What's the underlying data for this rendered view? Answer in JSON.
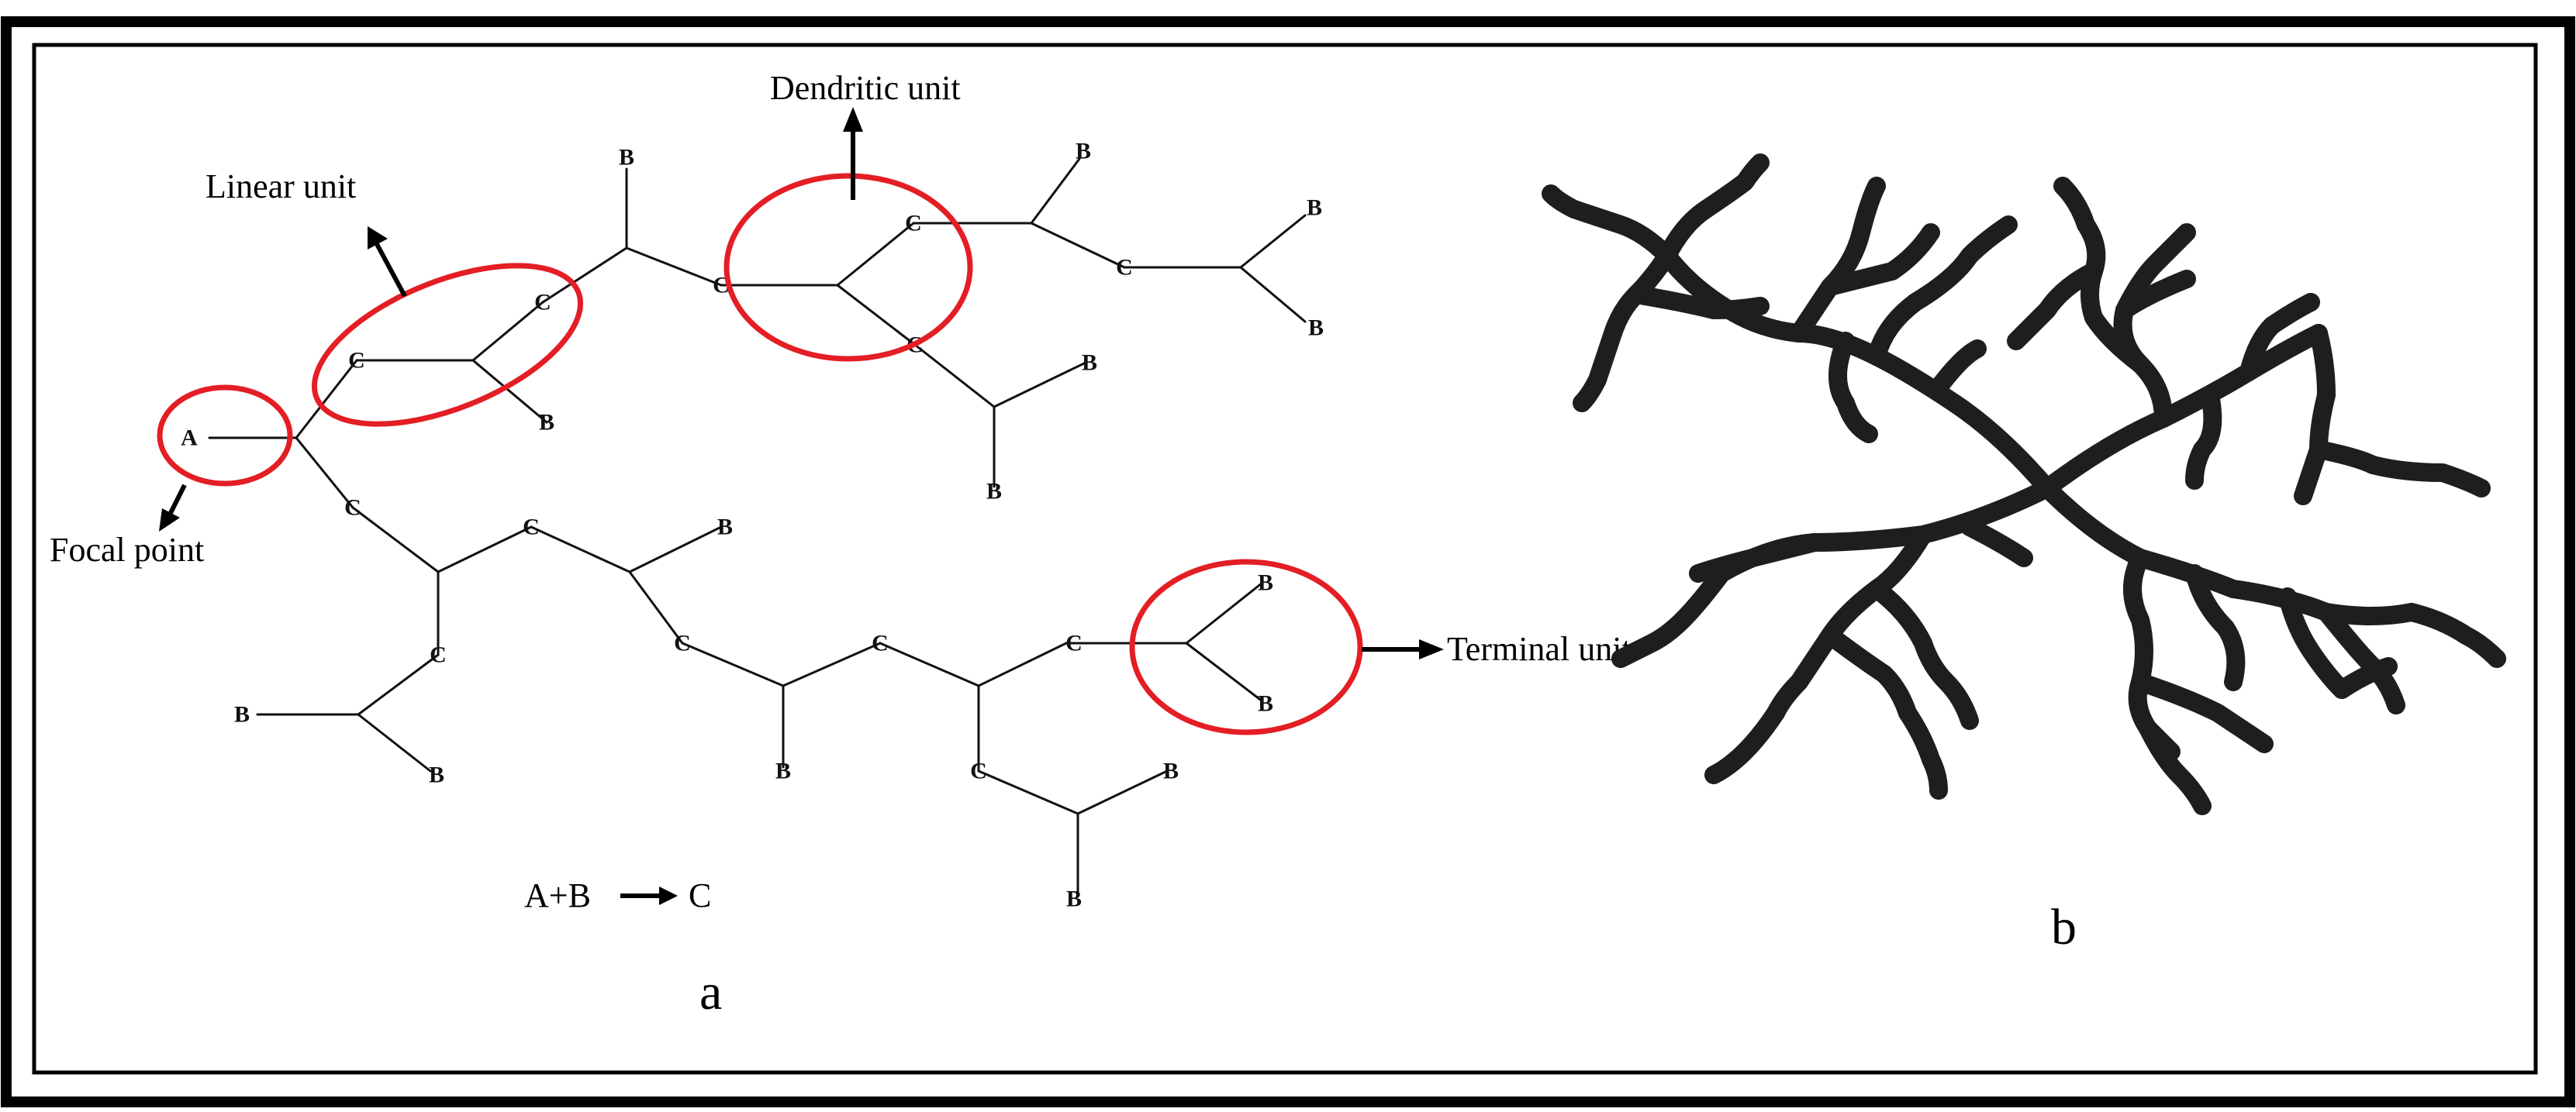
{
  "panel_a": {
    "label": "a",
    "callouts": {
      "linear": "Linear unit",
      "dendritic": "Dendritic unit",
      "focal": "Focal point",
      "terminal": "Terminal unit"
    },
    "equation": {
      "left": "A+B",
      "right": "C"
    }
  },
  "panel_b": {
    "label": "b"
  },
  "colors": {
    "highlight_ellipse": "#e31e24",
    "lines": "#111111",
    "dendrite": "#1e1e1e",
    "frame": "#000000"
  }
}
